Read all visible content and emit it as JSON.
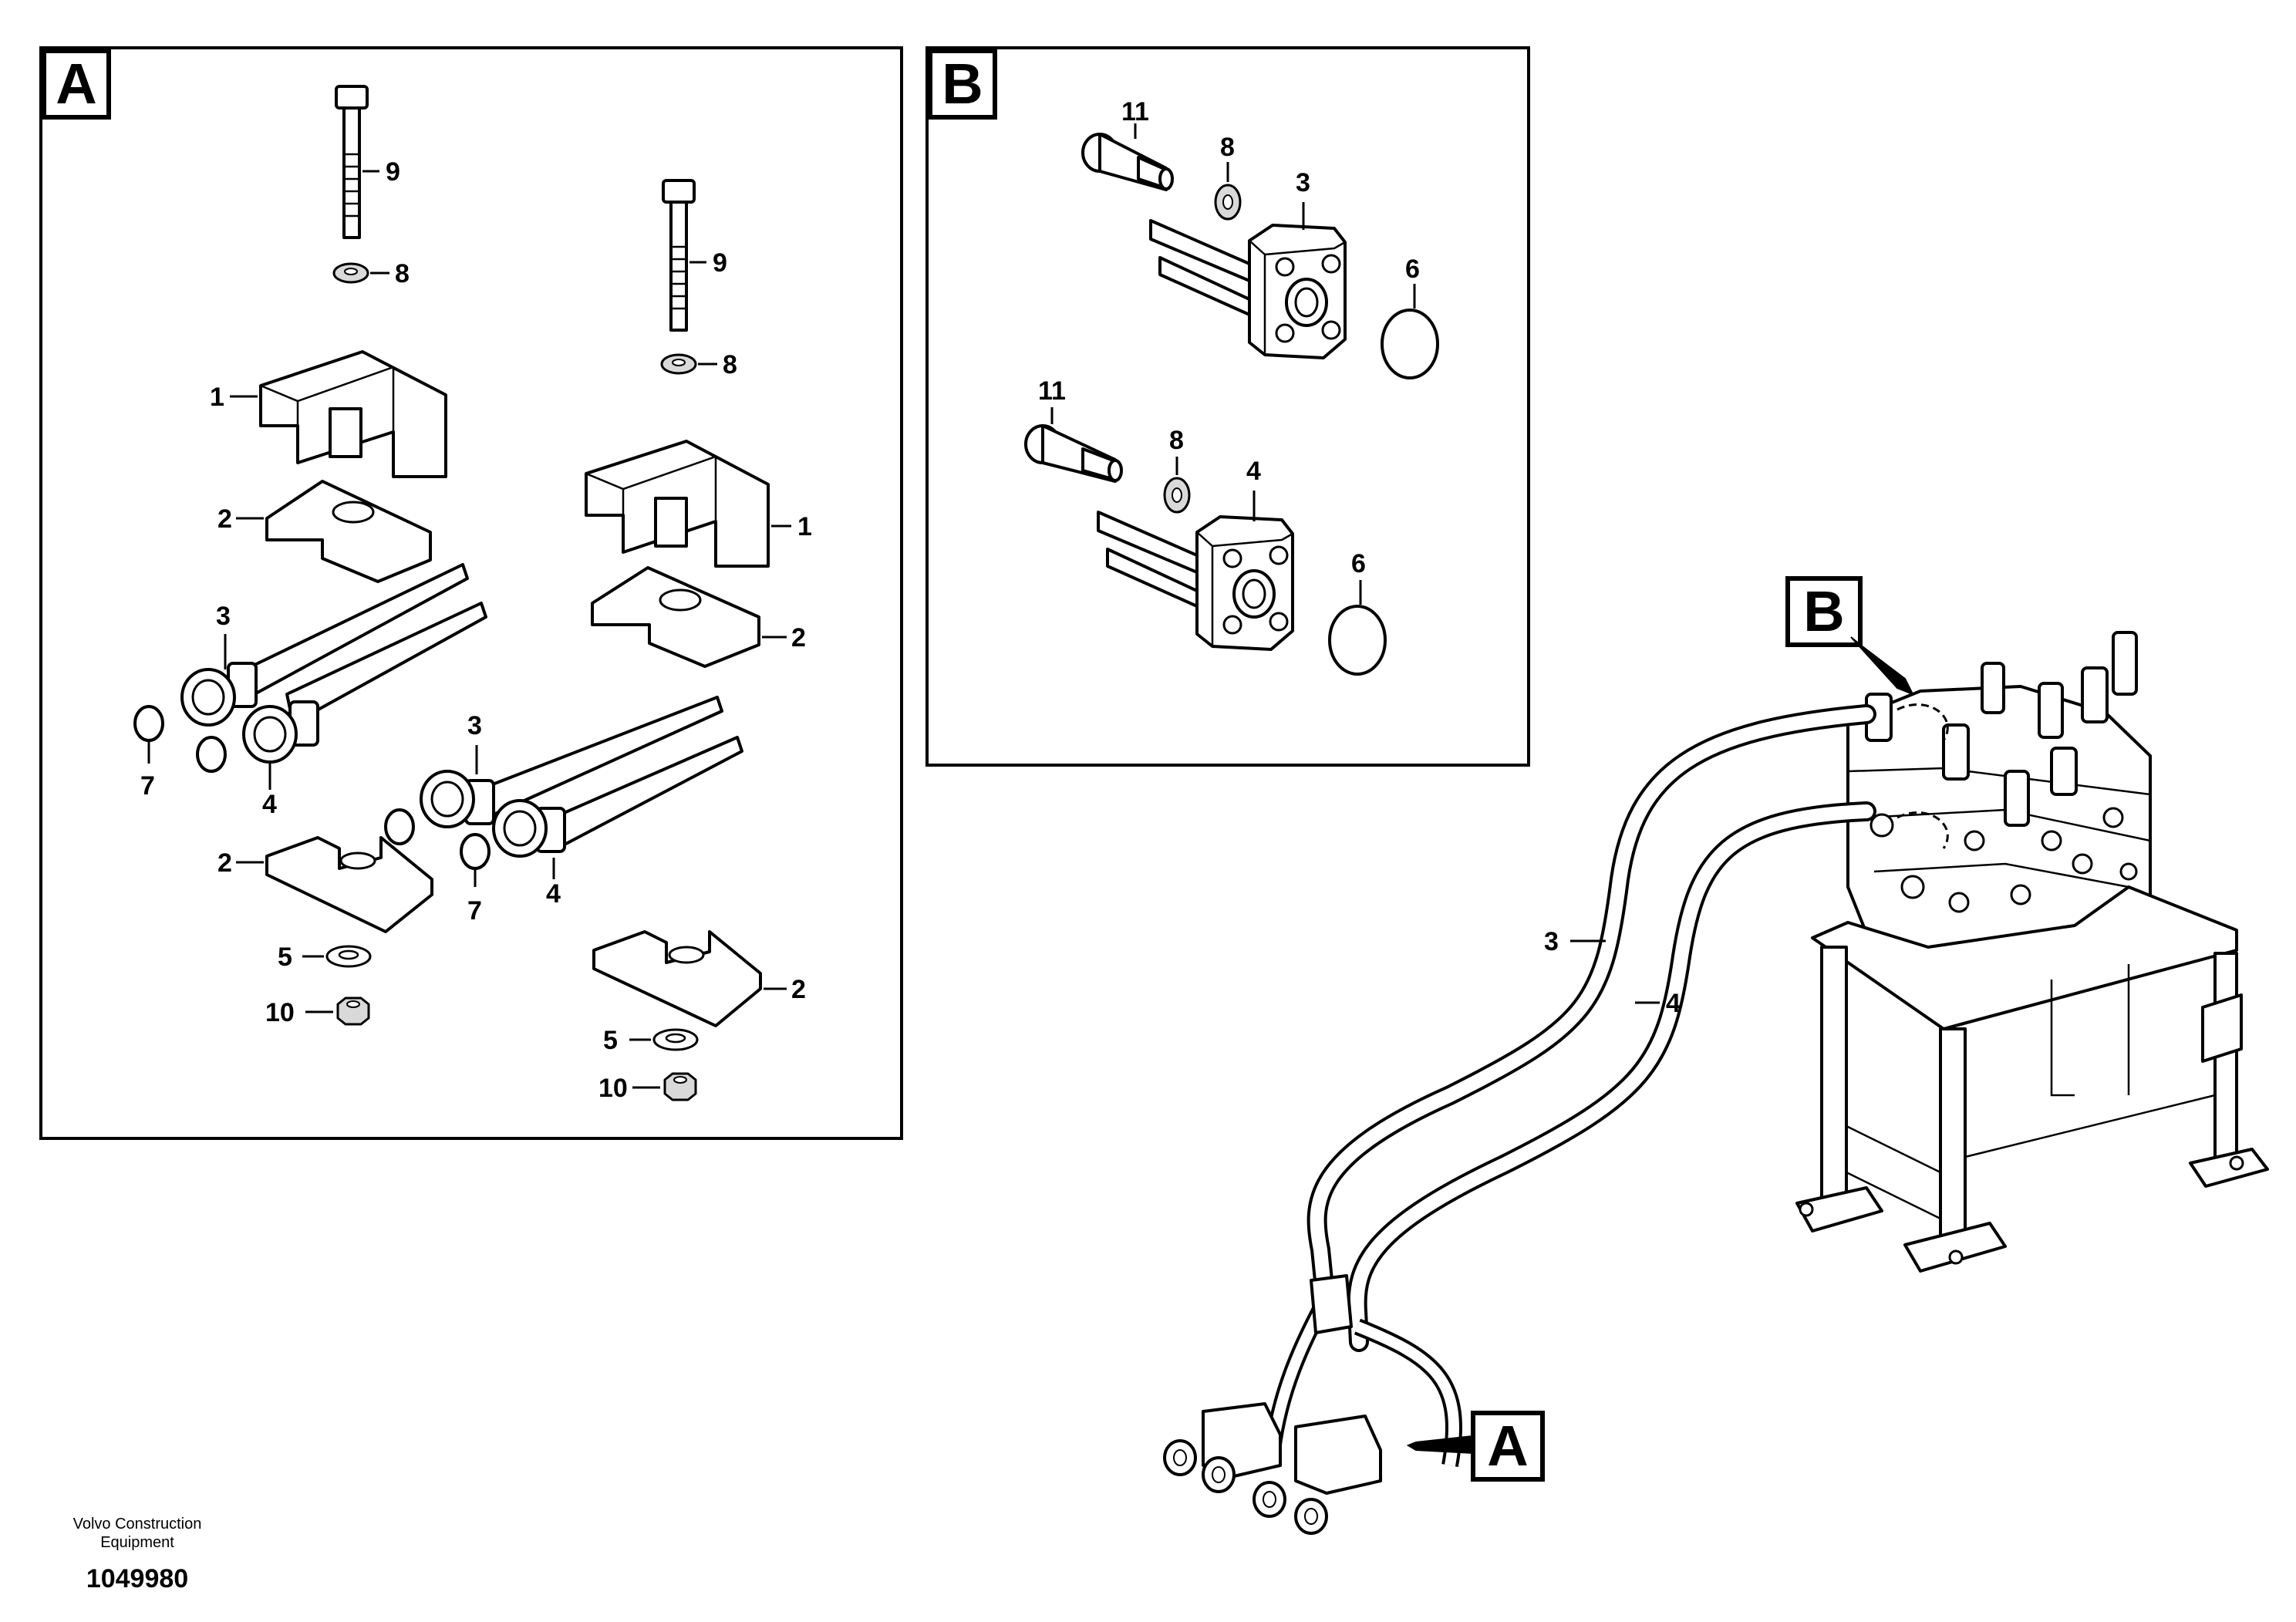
{
  "panel_a": {
    "label": "A",
    "callouts": {
      "bolt_left": "9",
      "washer_left": "8",
      "bolt_right": "9",
      "washer_right": "8",
      "bracket_left": "1",
      "bracket_right": "1",
      "clamp_upper_left": "2",
      "clamp_upper_right": "2",
      "clamp_lower_left": "2",
      "clamp_lower_right": "2",
      "pipe3_left": "3",
      "pipe4_left": "4",
      "pipe3_right": "3",
      "pipe4_right": "4",
      "oring_left": "7",
      "oring_right": "7",
      "washer5_left": "5",
      "washer5_right": "5",
      "nut_left": "10",
      "nut_right": "10"
    }
  },
  "panel_b": {
    "label": "B",
    "callouts": {
      "screw_top": "11",
      "washer_top": "8",
      "flange_top": "3",
      "oring_top": "6",
      "screw_bottom": "11",
      "washer_bottom": "8",
      "flange_bottom": "4",
      "oring_bottom": "6"
    }
  },
  "assembly": {
    "label_b": "B",
    "label_a": "A",
    "pipe3": "3",
    "pipe4": "4"
  },
  "footer": {
    "company_line1": "Volvo Construction",
    "company_line2": "Equipment",
    "drawing_number": "1049980"
  }
}
